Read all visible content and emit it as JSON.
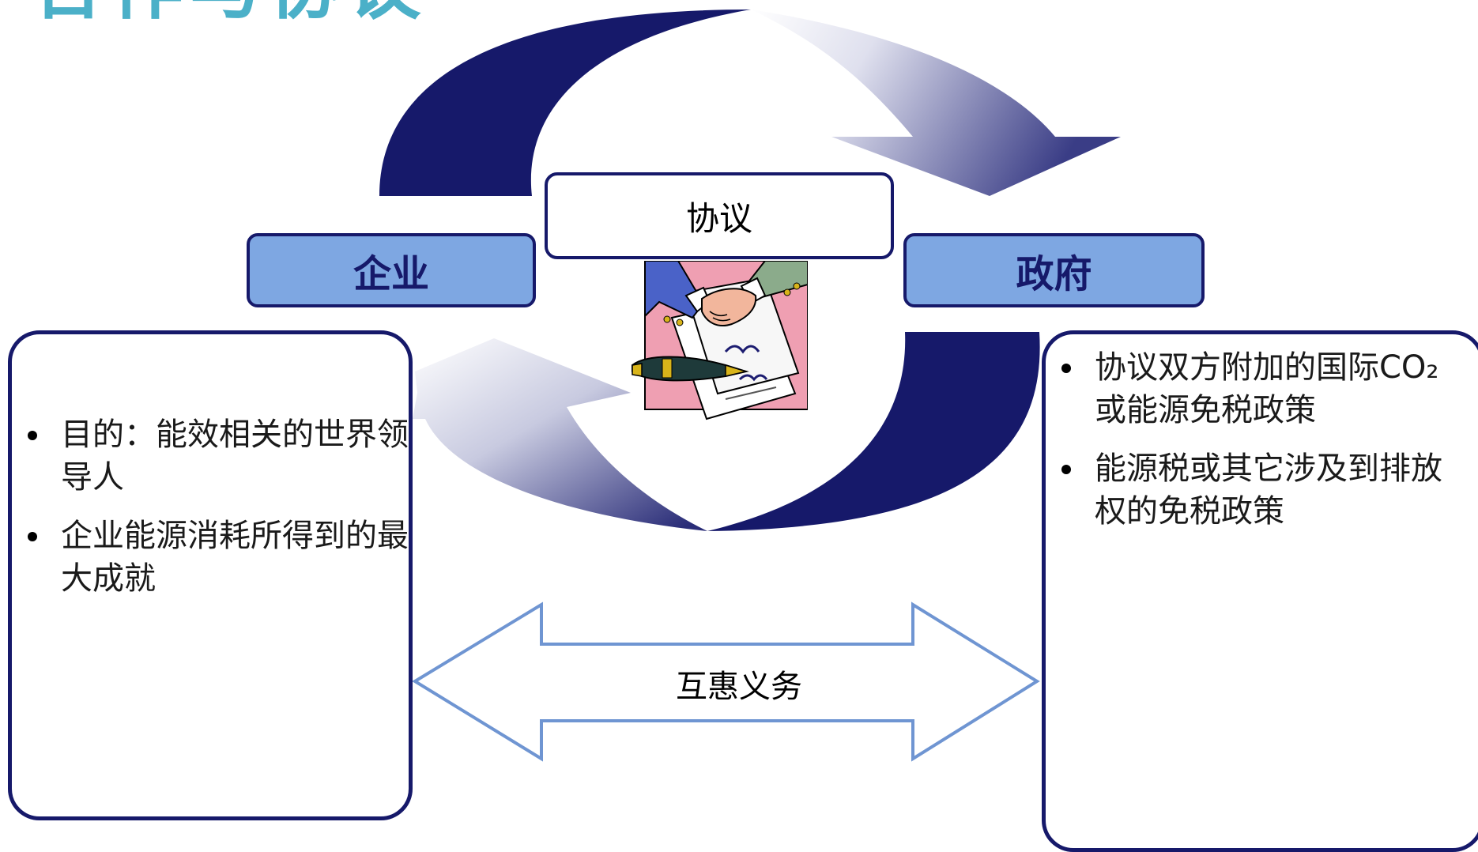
{
  "title_fragment": "合作与协议",
  "agreement": {
    "label": "协议",
    "icon": "handshake-contract-icon"
  },
  "enterprise": {
    "label": "企业",
    "bullets": [
      "目的：能效相关的世界领导人",
      "企业能源消耗所得到的最大成就"
    ]
  },
  "government": {
    "label": "政府",
    "bullets": [
      "协议双方附加的国际CO₂或能源免税政策",
      "能源税或其它涉及到排放权的免税政策"
    ]
  },
  "mutual": {
    "label": "互惠义务"
  },
  "colors": {
    "navy": "#16196a",
    "box_blue": "#7ea7e2",
    "double_arrow_stroke": "#6f95d2",
    "title_cyan": "#4bb0c8"
  }
}
